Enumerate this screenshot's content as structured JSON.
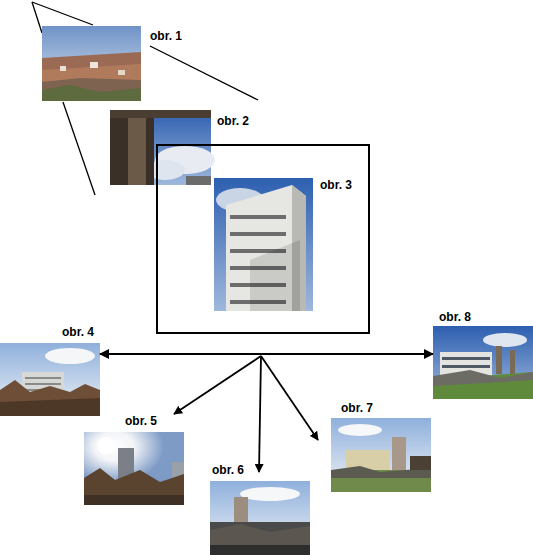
{
  "diagram": {
    "nodes": [
      {
        "text": [
          "obr. 1"
        ]
      },
      {
        "text": [
          "obr. 2"
        ]
      },
      {
        "text": [
          "obr. 3"
        ]
      },
      {
        "text": [
          "obr. 4"
        ]
      },
      {
        "text": [
          "obr. 5"
        ]
      },
      {
        "text": [
          "obr. 6"
        ]
      },
      {
        "text": [
          "obr. 7"
        ]
      },
      {
        "text": [
          "obr. 8"
        ]
      }
    ],
    "edges": [
      {
        "from": 3,
        "to": 7,
        "arrow": "both"
      }
    ]
  }
}
